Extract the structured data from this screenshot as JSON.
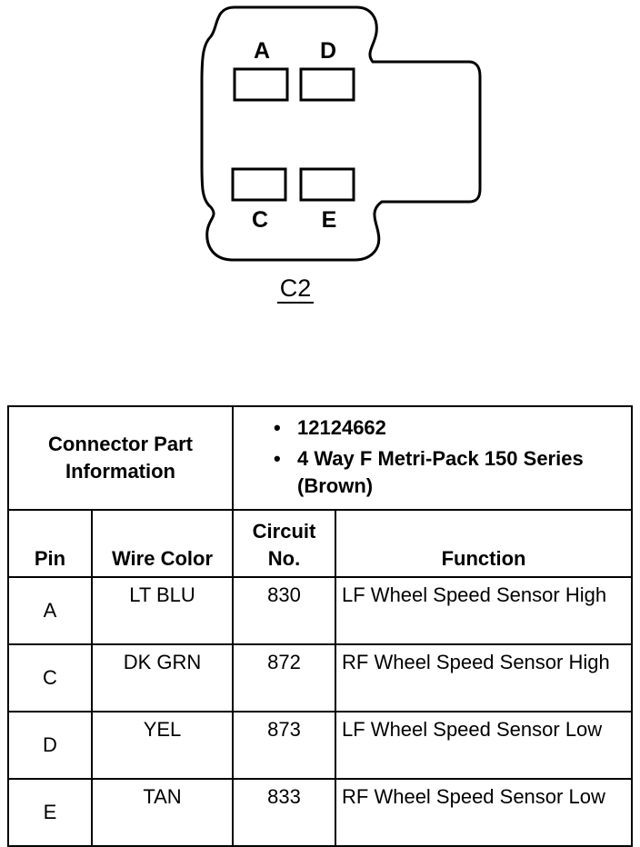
{
  "connector": {
    "name": "C2",
    "cavities": [
      "A",
      "D",
      "C",
      "E"
    ]
  },
  "table": {
    "part_info_label": [
      "Connector Part",
      "Information"
    ],
    "part_info_items": [
      "12124662",
      "4 Way F Metri-Pack 150 Series (Brown)"
    ],
    "columns": {
      "pin": "Pin",
      "wire_color": "Wire Color",
      "circuit": [
        "Circuit",
        "No."
      ],
      "function": "Function"
    },
    "rows": [
      {
        "pin": "A",
        "wire_color": "LT BLU",
        "circuit": "830",
        "function": "LF Wheel Speed Sensor High"
      },
      {
        "pin": "C",
        "wire_color": "DK GRN",
        "circuit": "872",
        "function": "RF Wheel Speed Sensor High"
      },
      {
        "pin": "D",
        "wire_color": "YEL",
        "circuit": "873",
        "function": "LF Wheel Speed Sensor Low"
      },
      {
        "pin": "E",
        "wire_color": "TAN",
        "circuit": "833",
        "function": "RF Wheel Speed Sensor Low"
      }
    ]
  }
}
